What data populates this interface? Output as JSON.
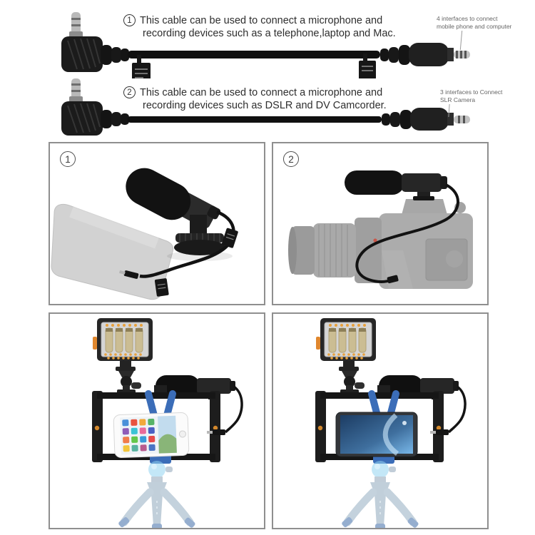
{
  "instructions": [
    {
      "number": "1",
      "line1": "This cable can be used to connect a microphone and",
      "line2": "recording devices such as a telephone,laptop and Mac."
    },
    {
      "number": "2",
      "line1": "This cable can be used to connect a microphone and",
      "line2": "recording devices such as DSLR and DV Camcorder."
    }
  ],
  "connector_notes": [
    {
      "line1": "4 interfaces to connect",
      "line2": "mobile phone and computer"
    },
    {
      "line1": "3 interfaces to Connect",
      "line2": "SLR Camera"
    }
  ],
  "panel_badges": [
    {
      "number": "1"
    },
    {
      "number": "2"
    }
  ],
  "colors": {
    "accent_blue": "#3b6db8",
    "tripod_blue": "#93d4f2",
    "orange_accent": "#d3882c",
    "annotation_gray": "#666666",
    "text_color": "#2e2e2e",
    "panel_border": "#8f8f8f",
    "cable_black": "#141414"
  }
}
